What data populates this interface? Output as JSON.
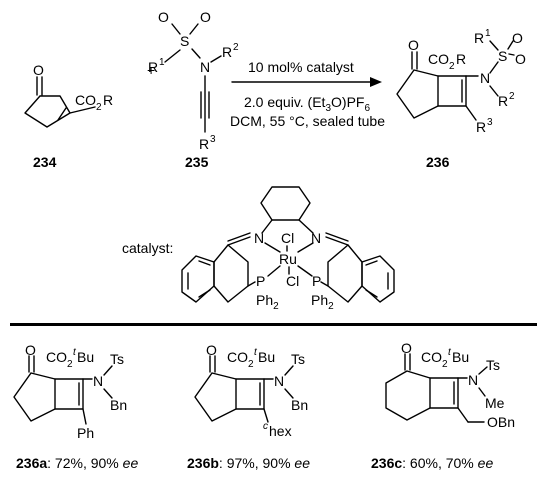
{
  "reaction": {
    "reactant1_id": "234",
    "reactant2_id": "235",
    "product_id": "236",
    "plus": "+",
    "arrow_line1": "10 mol% catalyst",
    "arrow_line2_prefix": "2.0 equiv. (Et",
    "arrow_line2_sub3": "3",
    "arrow_line2_mid": "O)PF",
    "arrow_line2_sub6": "6",
    "arrow_line3": "DCM, 55 °C, sealed tube"
  },
  "atoms": {
    "O": "O",
    "S": "S",
    "N": "N",
    "R": "R",
    "one": "1",
    "two": "2",
    "three": "3",
    "co2r_co": "CO",
    "co2r_2": "2",
    "co2r_r": "R",
    "cl": "Cl",
    "ru": "Ru",
    "p": "P",
    "ph": "Ph",
    "ph2": "2",
    "bu": "Bu",
    "t": "t",
    "ts": "Ts",
    "bn": "Bn",
    "me": "Me",
    "obn": "OBn",
    "phenyl": "Ph",
    "hex": "hex",
    "c": "c"
  },
  "catalyst_label": "catalyst:",
  "products": [
    {
      "id": "236a",
      "yield": ": 72%, 90% ",
      "ee": "ee"
    },
    {
      "id": "236b",
      "yield": ": 97%, 90% ",
      "ee": "ee"
    },
    {
      "id": "236c",
      "yield": ": 60%, 70% ",
      "ee": "ee"
    }
  ]
}
